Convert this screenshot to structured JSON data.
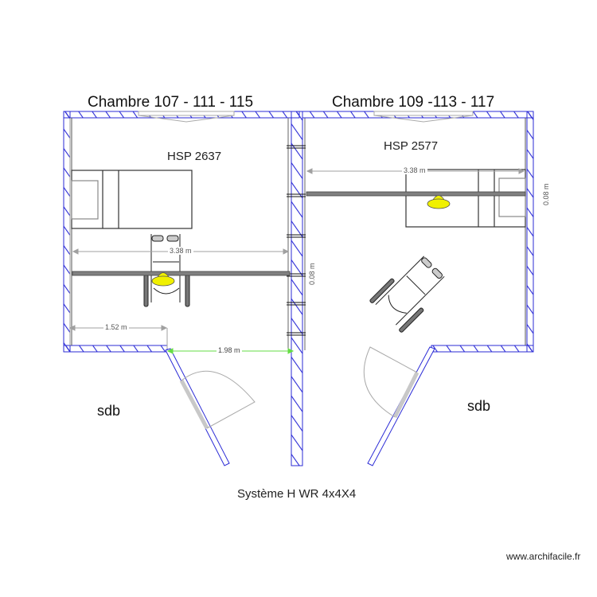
{
  "plan": {
    "left_room": {
      "title": "Chambre 107 - 111 - 115",
      "hsp": "HSP 2637",
      "dimension_width": "3.38 m",
      "dimension_rail": "0.08 m",
      "dimension_lower": "1.52 m",
      "bathroom_label": "sdb"
    },
    "right_room": {
      "title": "Chambre 109 -113 - 117",
      "hsp": "HSP 2577",
      "dimension_width": "3.38 m",
      "dimension_rail": "0.08 m",
      "bathroom_label": "sdb"
    },
    "corridor_dimension": "1.98 m",
    "caption": "Système H WR 4x4X4",
    "footer": "www.archifacile.fr"
  },
  "colors": {
    "wall": "#2b2bd6",
    "wall_fill": "#ffffff",
    "rail": "#808080",
    "lift_motor": "#f0f000",
    "dimension": "#a0a0a0",
    "corridor_dimension": "#66dd44",
    "door_leaf": "#c8c8c8"
  }
}
